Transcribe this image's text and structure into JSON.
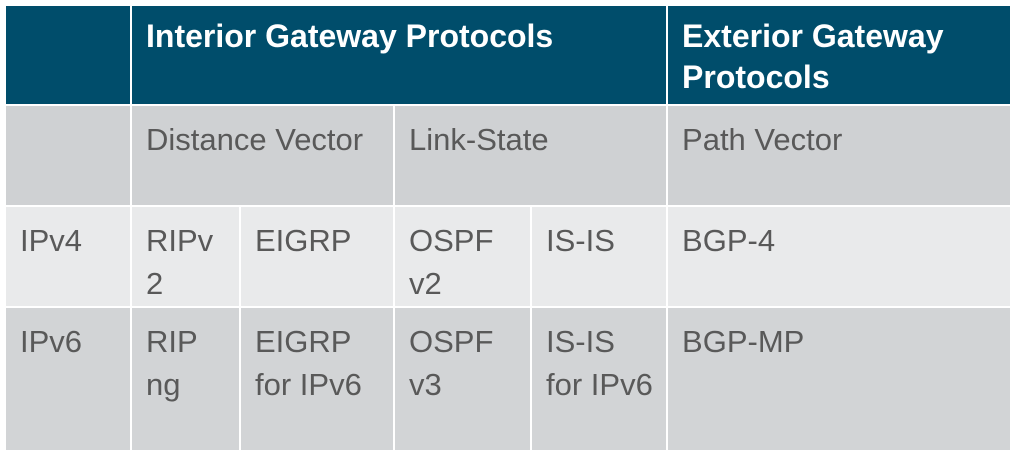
{
  "header": {
    "empty": "",
    "igp": "Interior Gateway Protocols",
    "egp": "Exterior Gateway Protocols"
  },
  "subheader": {
    "empty": "",
    "distance_vector": "Distance Vector",
    "link_state": "Link-State",
    "path_vector": "Path Vector"
  },
  "rows": [
    {
      "label": "IPv4",
      "rip": "RIPv2",
      "eigrp": "EIGRP",
      "ospf": "OSPF v2",
      "isis": "IS-IS",
      "bgp": "BGP-4"
    },
    {
      "label": "IPv6",
      "rip": "RIP ng",
      "eigrp": "EIGRP for IPv6",
      "ospf": "OSPF v3",
      "isis": "IS-IS for IPv6",
      "bgp": "BGP-MP"
    }
  ],
  "colors": {
    "header_bg": "#004d6b",
    "subheader_bg": "#cfd1d3",
    "row_light_bg": "#e9eaeb",
    "row_dark_bg": "#d2d4d6",
    "text": "#595959"
  }
}
